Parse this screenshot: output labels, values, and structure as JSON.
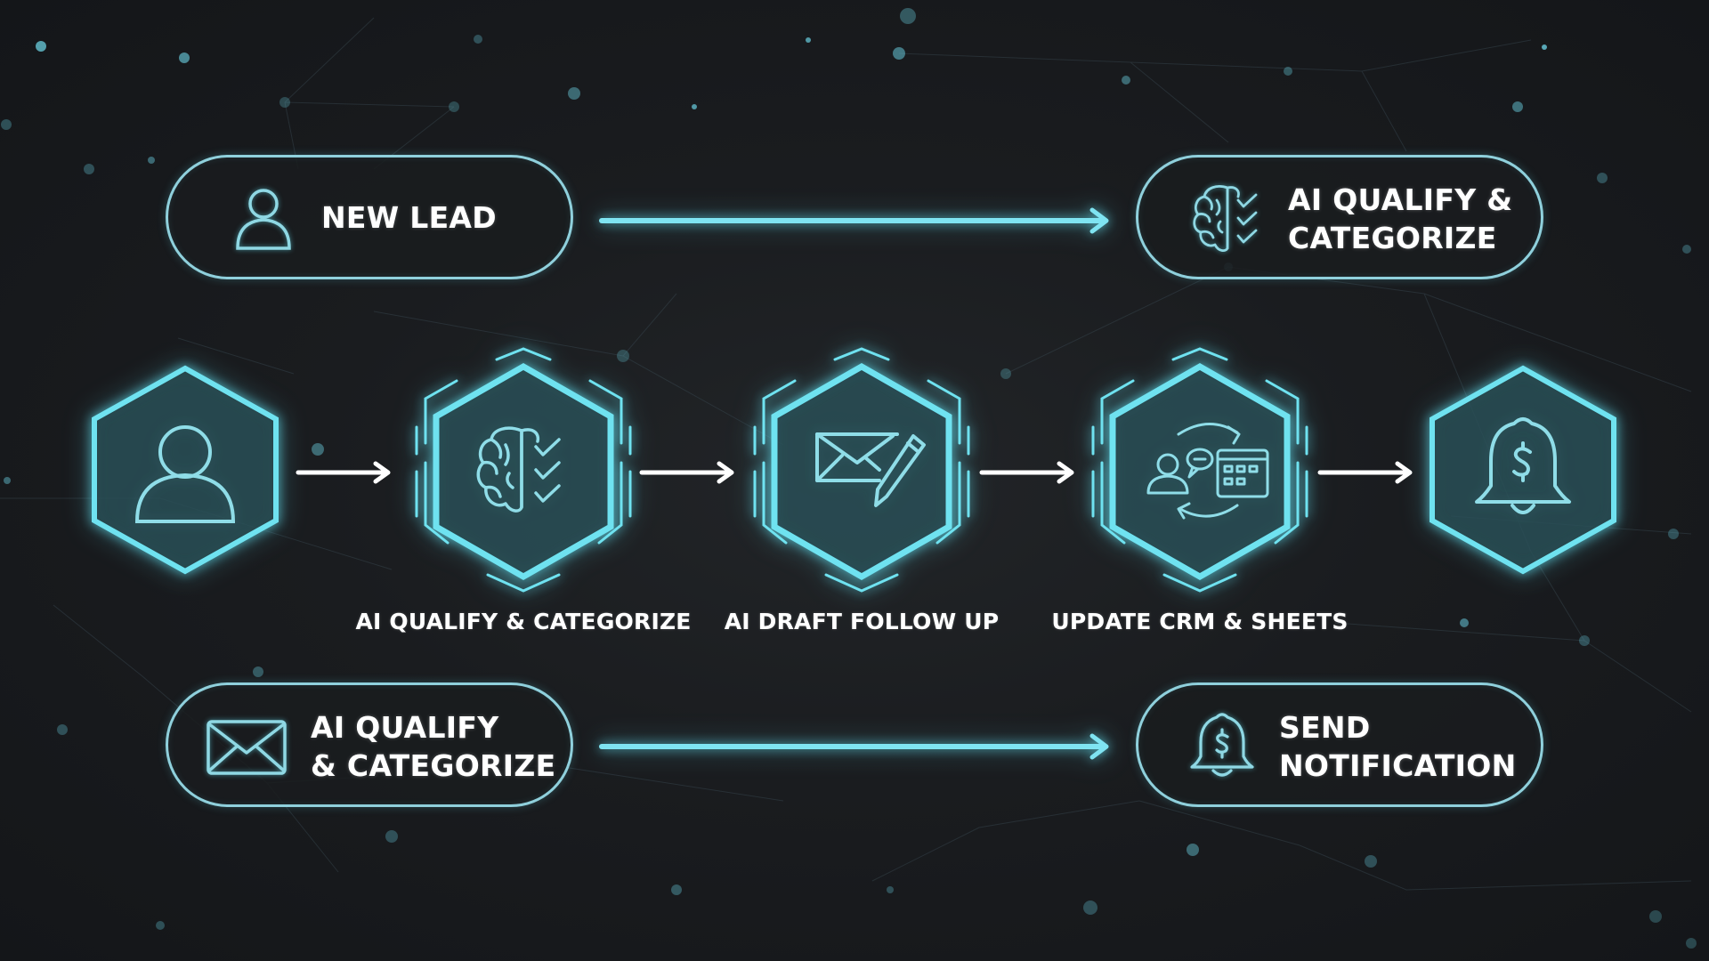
{
  "colors": {
    "background": "#16181b",
    "accent": "#5fd8e8",
    "pill_border": "#8fd0dc",
    "text": "#ffffff",
    "arrow_small": "#ffffff"
  },
  "top_row": {
    "left_pill": {
      "icon": "user-icon",
      "label": "NEW LEAD"
    },
    "connector": "arrow-right-long",
    "right_pill": {
      "icon": "brain-checklist-icon",
      "label": "AI QUALIFY &\nCATEGORIZE"
    }
  },
  "middle_row": {
    "steps": [
      {
        "icon": "user-icon",
        "label": ""
      },
      {
        "icon": "brain-checklist-icon",
        "label": "AI QUALIFY & CATEGORIZE"
      },
      {
        "icon": "envelope-pencil-icon",
        "label": "AI DRAFT FOLLOW UP"
      },
      {
        "icon": "crm-sync-icon",
        "label": "UPDATE CRM & SHEETS"
      },
      {
        "icon": "dollar-bell-icon",
        "label": ""
      }
    ],
    "connector": "arrow-right-short"
  },
  "bottom_row": {
    "left_pill": {
      "icon": "envelope-icon",
      "label": "AI QUALIFY\n& CATEGORIZE"
    },
    "connector": "arrow-right-long",
    "right_pill": {
      "icon": "dollar-bell-icon",
      "label": "SEND\nNOTIFICATION"
    }
  }
}
